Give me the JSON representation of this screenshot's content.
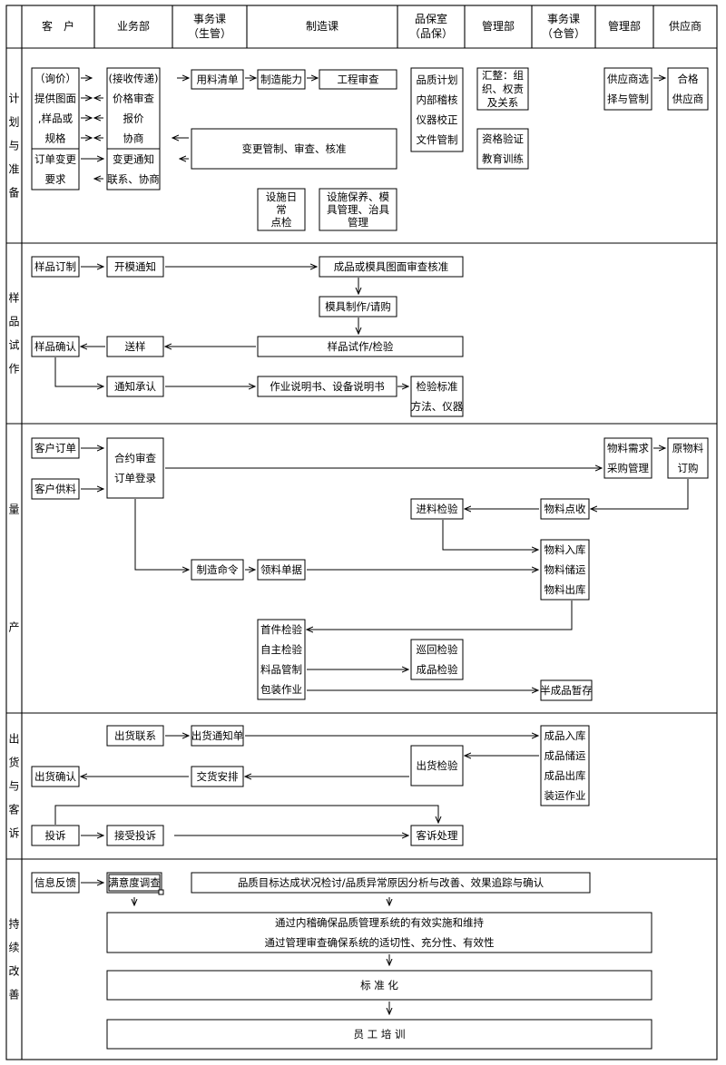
{
  "columns": [
    "客　户",
    "业务部",
    "事务课\n（生管）",
    "制造课",
    "品保室\n（品保）",
    "管理部",
    "事务课\n（仓管）",
    "管理部",
    "供应商"
  ],
  "phases": [
    "计\n划\n与\n准\n备",
    "样\n品\n试\n作",
    "量\n\n\n\n\n产",
    "出\n货\n与\n客\n诉",
    "持\n续\n改\n善"
  ],
  "boxes": {
    "inquiry": "（询价）\n提供图面\n,样品或\n规格",
    "order_change": "订单变更\n要求",
    "receive_pass": "(接收传递)\n价格审查\n报价\n协商",
    "change_notify": "变更通知\n联系、协商",
    "material_list": "用料清单",
    "capacity": "制造能力",
    "eng_review": "工程审查",
    "change_control": "变更管制、审查、核准",
    "equip_check": "设施日\n常\n点检",
    "equip_maint": "设施保养、模\n具管理、治具\n管理",
    "qc_plan": "品质计划\n内部稽核\n仪器校正\n文件管制",
    "org_summary": "汇整：组\n织、权责\n及关系",
    "qualification": "资格验证\n教育训练",
    "supplier_select": "供应商选\n择与管制",
    "qualified_supplier": "合格\n供应商",
    "sample_order": "样品订制",
    "mold_notice": "开模通知",
    "drawing_review": "成品或模具图面审查核准",
    "mold_make": "模具制作/请购",
    "sample_trial": "样品试作/检验",
    "send_sample": "送样",
    "sample_confirm": "样品确认",
    "notify_approve": "通知承认",
    "work_manual": "作业说明书、设备说明书",
    "inspect_std": "检验标准\n方法、仪器",
    "customer_order": "客户订单",
    "customer_supply": "客户供料",
    "contract_review": "合约审查\n订单登录",
    "material_demand": "物料需求\n采购管理",
    "raw_order": "原物料\n订购",
    "incoming_check": "进料检验",
    "material_count": "物料点收",
    "material_store": "物料入库\n物料储运\n物料出库",
    "mfg_order": "制造命令",
    "pick_list": "领料单据",
    "first_check": "首件检验\n自主检验\n料品管制\n包装作业",
    "patrol_check": "巡回检验\n成品检验",
    "semi_store": "半成品暂存",
    "ship_contact": "出货联系",
    "ship_notice": "出货通知单",
    "product_store": "成品入库\n成品储运\n成品出库\n装运作业",
    "ship_check": "出货检验",
    "ship_confirm": "出货确认",
    "delivery": "交货安排",
    "complaint": "投诉",
    "accept_complaint": "接受投诉",
    "complaint_handle": "客诉处理",
    "info_feedback": "信息反馈",
    "satisfaction": "满意度调查",
    "quality_review": "品质目标达成状况检讨/品质异常原因分析与改善、效果追踪与确认",
    "internal_audit": "通过内稽确保品质管理系统的有效实施和维持\n通过管理审查确保系统的适切性、充分性、有效性",
    "standardize": "标 准 化",
    "training": "员 工 培 训"
  }
}
